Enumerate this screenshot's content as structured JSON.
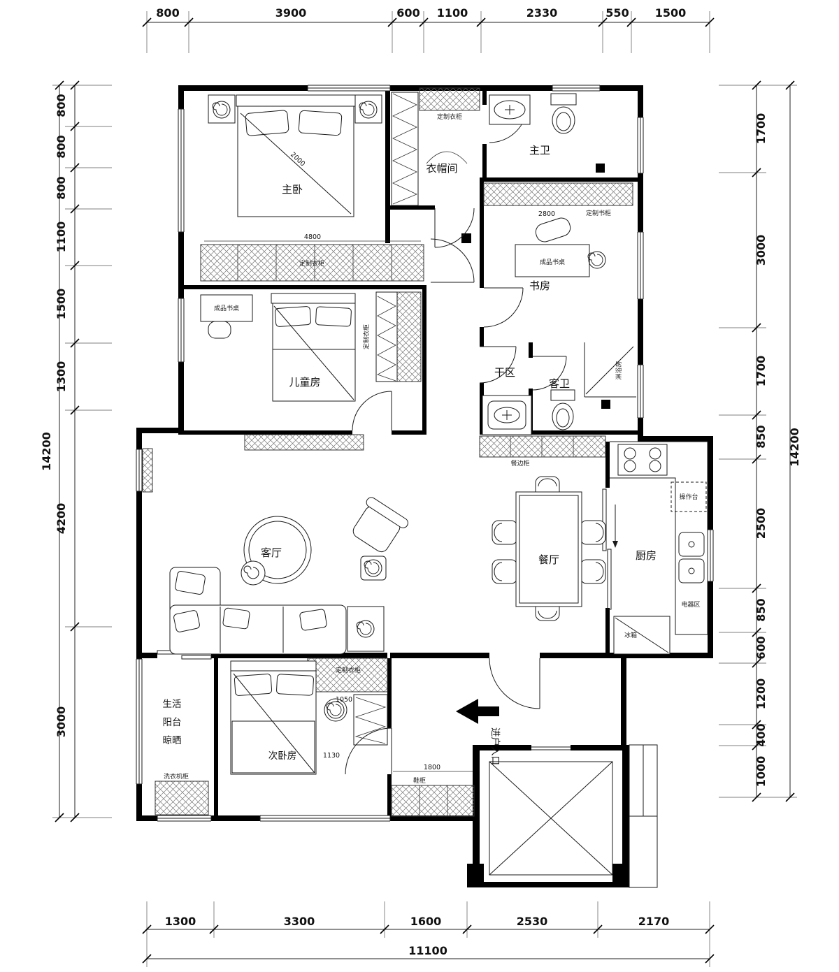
{
  "drawing": {
    "rooms": {
      "master_bedroom": "主卧",
      "cloakroom": "衣帽间",
      "master_bath": "主卫",
      "study": "书房",
      "children_room": "儿童房",
      "dry_area": "干区",
      "guest_bath": "客卫",
      "living_room": "客厅",
      "dining_room": "餐厅",
      "kitchen": "厨房",
      "balcony_line1": "生活",
      "balcony_line2": "阳台",
      "balcony_line3": "晾晒",
      "second_bedroom": "次卧房",
      "entrance": "进户入口"
    },
    "annotations": {
      "custom_wardrobe": "定制衣柜",
      "custom_bookcase": "定制书柜",
      "desk": "成品书桌",
      "shower_room": "淋浴房",
      "sideboard": "餐边柜",
      "work_counter": "操作台",
      "appliance_area": "电器区",
      "fridge": "冰箱",
      "shoe_cabinet": "鞋柜",
      "laundry_cabinet": "洗衣机柜"
    },
    "inner_dims": {
      "master_bed": "2000",
      "master_wardrobe": "4800",
      "study_bookcase": "2800",
      "second_wardrobe": "1050",
      "second_bed": "1130",
      "shoe_cabinet": "1800"
    },
    "dims": {
      "top": [
        "800",
        "3900",
        "600",
        "1100",
        "2330",
        "550",
        "1500"
      ],
      "left": [
        "800",
        "800",
        "800",
        "1100",
        "1500",
        "1300",
        "4200",
        "3000"
      ],
      "left_total": "14200",
      "right": [
        "1700",
        "3000",
        "1700",
        "850",
        "2500",
        "850",
        "600",
        "1200",
        "400",
        "1000"
      ],
      "right_total": "14200",
      "bottom": [
        "1300",
        "3300",
        "1600",
        "2530",
        "2170"
      ],
      "bottom_total": "11100"
    }
  }
}
